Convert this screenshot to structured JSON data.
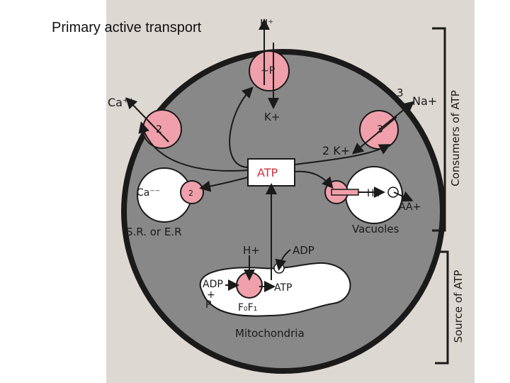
{
  "slide": {
    "title": "Primary active transport"
  },
  "colors": {
    "cell": "#888888",
    "membrane": "#1a1a1a",
    "pump": "#f0a0aa",
    "organelle": "#ffffff",
    "scan_bg": "#ded8d2"
  },
  "diagram": {
    "top_pump": {
      "ion_out": "H⁺",
      "energy": "~P",
      "ion_in": "K+"
    },
    "ca_pump": {
      "ion": "Ca⁺⁺",
      "stoich": "2"
    },
    "na_pump": {
      "stoich_top": "3",
      "ion_out": "Na+",
      "stoich_bottom": "3",
      "k_count": "2 K+"
    },
    "atp_box": "ATP",
    "sr": {
      "ion": "Ca⁻⁻",
      "pump_stoich": "2",
      "label": "S.R. or E.R"
    },
    "vacuole": {
      "h_ion": "H+",
      "aa": "AA+",
      "label": "Vacuoles"
    },
    "mito": {
      "h_ion": "H+",
      "adp": "ADP",
      "adp_p_1": "ADP",
      "adp_p_2": "+",
      "adp_p_3": "P",
      "atp": "ATP",
      "f0f1": "F₀F₁",
      "label": "Mitochondria"
    },
    "brackets": {
      "consumers": "Consumers of ATP",
      "source": "Source of ATP"
    }
  }
}
